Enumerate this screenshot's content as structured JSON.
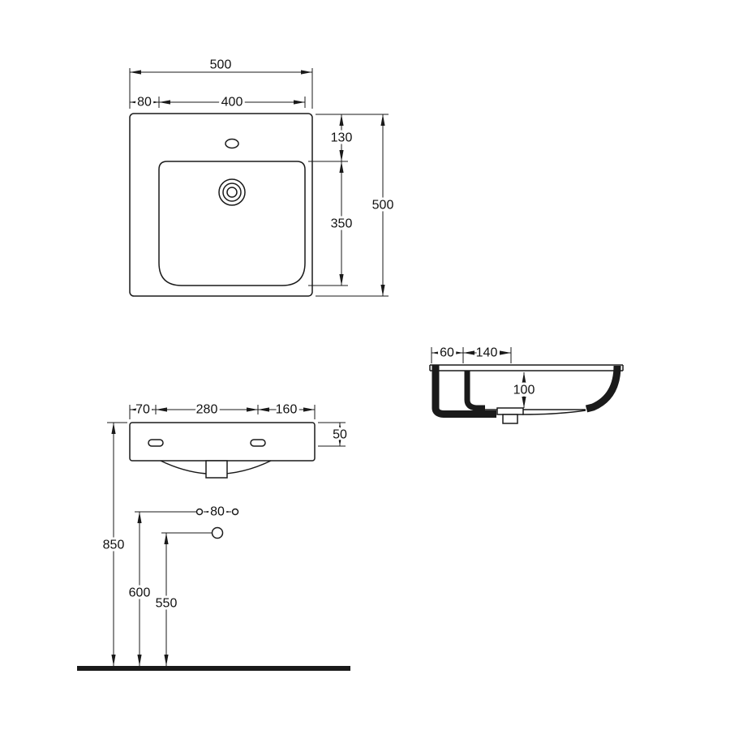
{
  "page": {
    "background_color": "#ffffff",
    "line_color": "#1a1a1a"
  },
  "drawing": {
    "top_view": {
      "overall_width": "500",
      "bowl_offset_left": "80",
      "bowl_width": "400",
      "back_to_bowl": "130",
      "bowl_depth": "350",
      "overall_depth": "500"
    },
    "section_view": {
      "back_ledge_width": "60",
      "ledge_to_drain": "140",
      "inner_depth": "100"
    },
    "front_view": {
      "edge_to_fixing": "70",
      "fixing_spacing": "280",
      "fixing_to_edge": "160",
      "front_rim_height": "50",
      "hole_spacing": "80",
      "rim_height_from_floor": "850",
      "outlet_height": "600",
      "trap_height": "550"
    }
  }
}
